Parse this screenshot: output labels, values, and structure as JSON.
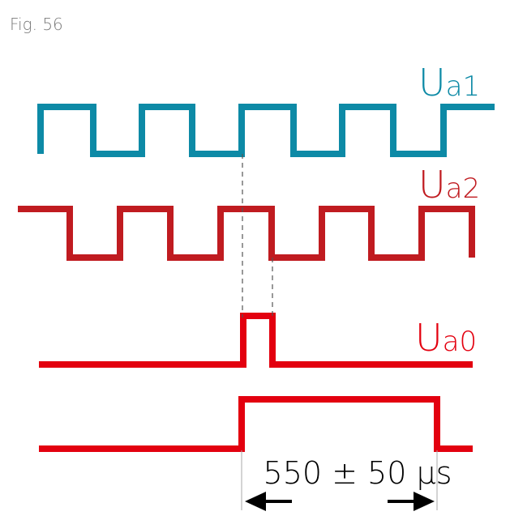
{
  "figure": {
    "caption": "Fig. 56"
  },
  "colors": {
    "ua1": "#0d8aa6",
    "ua2": "#c01b20",
    "ua0": "#e3000f",
    "guide": "#555555",
    "dimension": "#000000",
    "caption": "#7a7a7a"
  },
  "signals": {
    "ua1": {
      "main": "U",
      "sub": "a1"
    },
    "ua2": {
      "main": "U",
      "sub": "a2"
    },
    "ua0": {
      "main": "U",
      "sub": "a0"
    }
  },
  "dimension": {
    "text": "550 ± 50 µs"
  }
}
